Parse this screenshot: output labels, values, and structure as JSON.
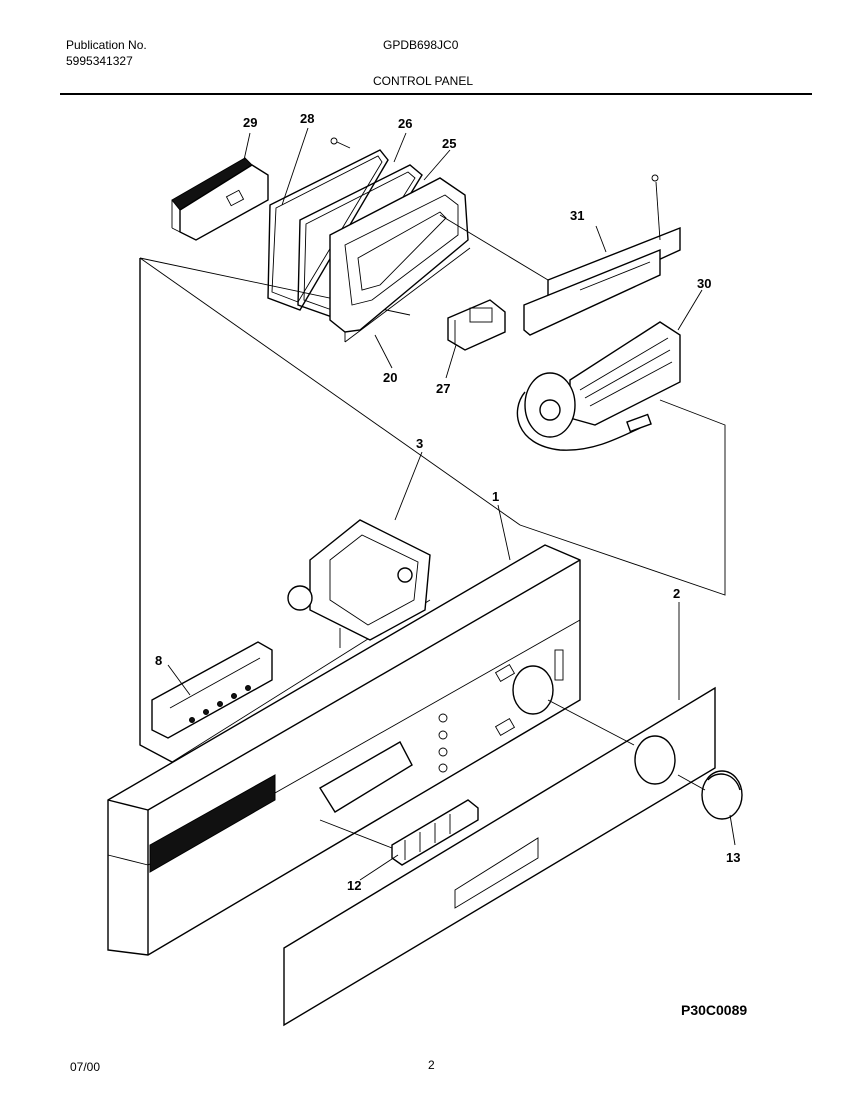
{
  "header": {
    "publication_label": "Publication No.",
    "publication_number": "5995341327",
    "model": "GPDB698JC0",
    "section_title": "CONTROL PANEL"
  },
  "callouts": {
    "c1": "1",
    "c2": "2",
    "c3": "3",
    "c8": "8",
    "c12": "12",
    "c13": "13",
    "c20": "20",
    "c25": "25",
    "c26": "26",
    "c27": "27",
    "c28": "28",
    "c29": "29",
    "c30": "30",
    "c31": "31"
  },
  "drawing_code": "P30C0089",
  "footer": {
    "date": "07/00",
    "page": "2"
  }
}
